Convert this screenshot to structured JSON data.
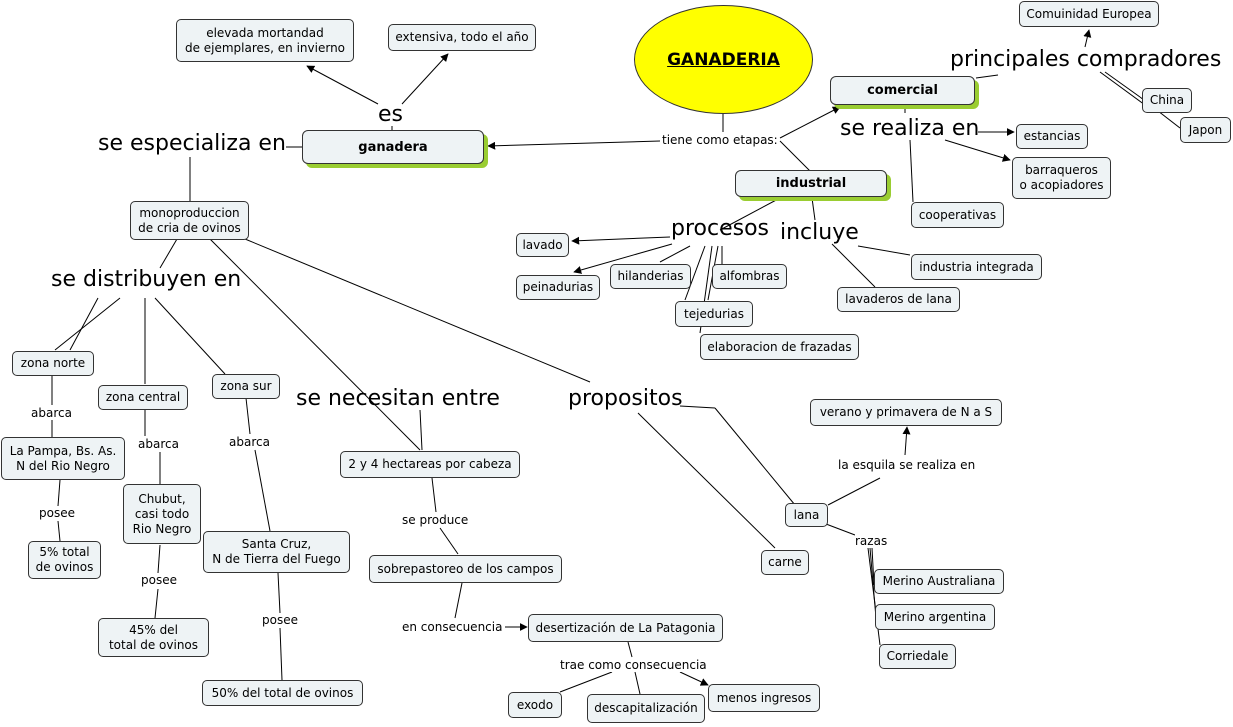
{
  "root": "GANADERIA",
  "nodes": {
    "ganadera": "ganadera",
    "comercial": "comercial",
    "industrial": "industrial",
    "mortandad": "elevada mortandad\nde ejemplares, en invierno",
    "extensiva": "extensiva, todo el año",
    "monoproduccion": "monoproduccion\nde cria de ovinos",
    "zona_norte": "zona norte",
    "zona_central": "zona central",
    "zona_sur": "zona sur",
    "lapampa": "La Pampa, Bs. As.\nN del Rio Negro",
    "chubut": "Chubut,\ncasi todo\nRio Negro",
    "santacruz": "Santa Cruz,\nN de Tierra del Fuego",
    "pct5": "5% total\nde ovinos",
    "pct45": "45% del\ntotal de ovinos",
    "pct50": "50% del total de ovinos",
    "hectareas": "2 y 4 hectareas por cabeza",
    "sobrepastoreo": "sobrepastoreo de los campos",
    "desertizacion": "desertización de La Patagonia",
    "exodo": "exodo",
    "descapitalizacion": "descapitalización",
    "menos_ingresos": "menos ingresos",
    "lana": "lana",
    "carne": "carne",
    "verano": "verano y primavera de N a S",
    "merino_aus": "Merino Australiana",
    "merino_arg": "Merino argentina",
    "corriedale": "Corriedale",
    "lavado": "lavado",
    "peinadurias": "peinadurias",
    "hilanderias": "hilanderias",
    "alfombras": "alfombras",
    "tejedurias": "tejedurias",
    "frazadas": "elaboracion de frazadas",
    "lavaderos": "lavaderos de lana",
    "industria_integrada": "industria integrada",
    "cooperativas": "cooperativas",
    "estancias": "estancias",
    "barraqueros": "barraqueros\no acopiadores",
    "comunidad": "Comuinidad Europea",
    "china": "China",
    "japon": "Japon"
  },
  "labels": {
    "tiene_etapas": "tiene como etapas:",
    "es": "es",
    "se_especializa": "se especializa en",
    "se_distribuyen": "se distribuyen en",
    "abarca": "abarca",
    "posee": "posee",
    "se_necesitan": "se necesitan entre",
    "se_produce": "se produce",
    "en_consecuencia": "en consecuencia",
    "trae_consecuencia": "trae como consecuencia",
    "propositos": "propositos",
    "la_esquila": "la esquila se realiza en",
    "razas": "razas",
    "procesos": "procesos",
    "incluye": "incluye",
    "se_realiza": "se realiza en",
    "compradores": "principales compradores"
  }
}
